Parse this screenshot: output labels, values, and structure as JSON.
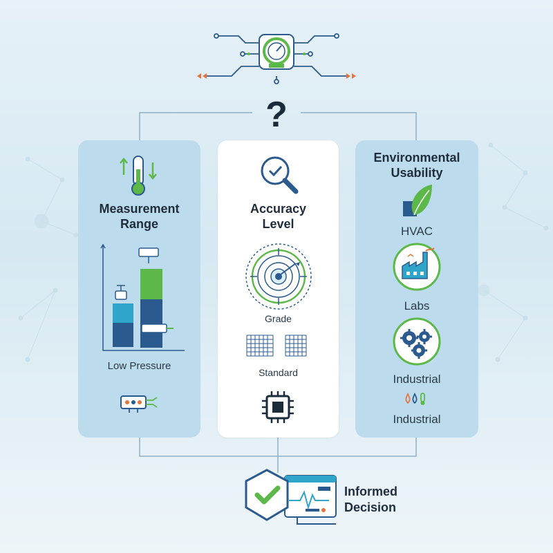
{
  "header": {
    "question_mark": "?"
  },
  "cards": {
    "measurement": {
      "title_line1": "Measurement",
      "title_line2": "Range",
      "label": "Low Pressure"
    },
    "accuracy": {
      "title_line1": "Accuracy",
      "title_line2": "Level",
      "label_grade": "Grade",
      "label_standard": "Standard"
    },
    "environmental": {
      "title_line1": "Environmental",
      "title_line2": "Usability",
      "label_hvac": "HVAC",
      "label_labs": "Labs",
      "label_industrial_1": "Industrial",
      "label_industrial_2": "Industrial"
    }
  },
  "decision": {
    "line1": "Informed",
    "line2": "Decision"
  },
  "colors": {
    "accent_green": "#5cb848",
    "accent_blue": "#2b5b8e",
    "accent_orange": "#e8743b",
    "card_blue": "#bcdbec"
  },
  "icons": [
    "pressure-gauge-icon",
    "question-icon",
    "thermometer-icon",
    "magnifier-check-icon",
    "leaf-icon",
    "target-icon",
    "factory-icon",
    "gears-icon",
    "chip-icon",
    "checkmark-hexagon-icon",
    "monitor-icon"
  ]
}
